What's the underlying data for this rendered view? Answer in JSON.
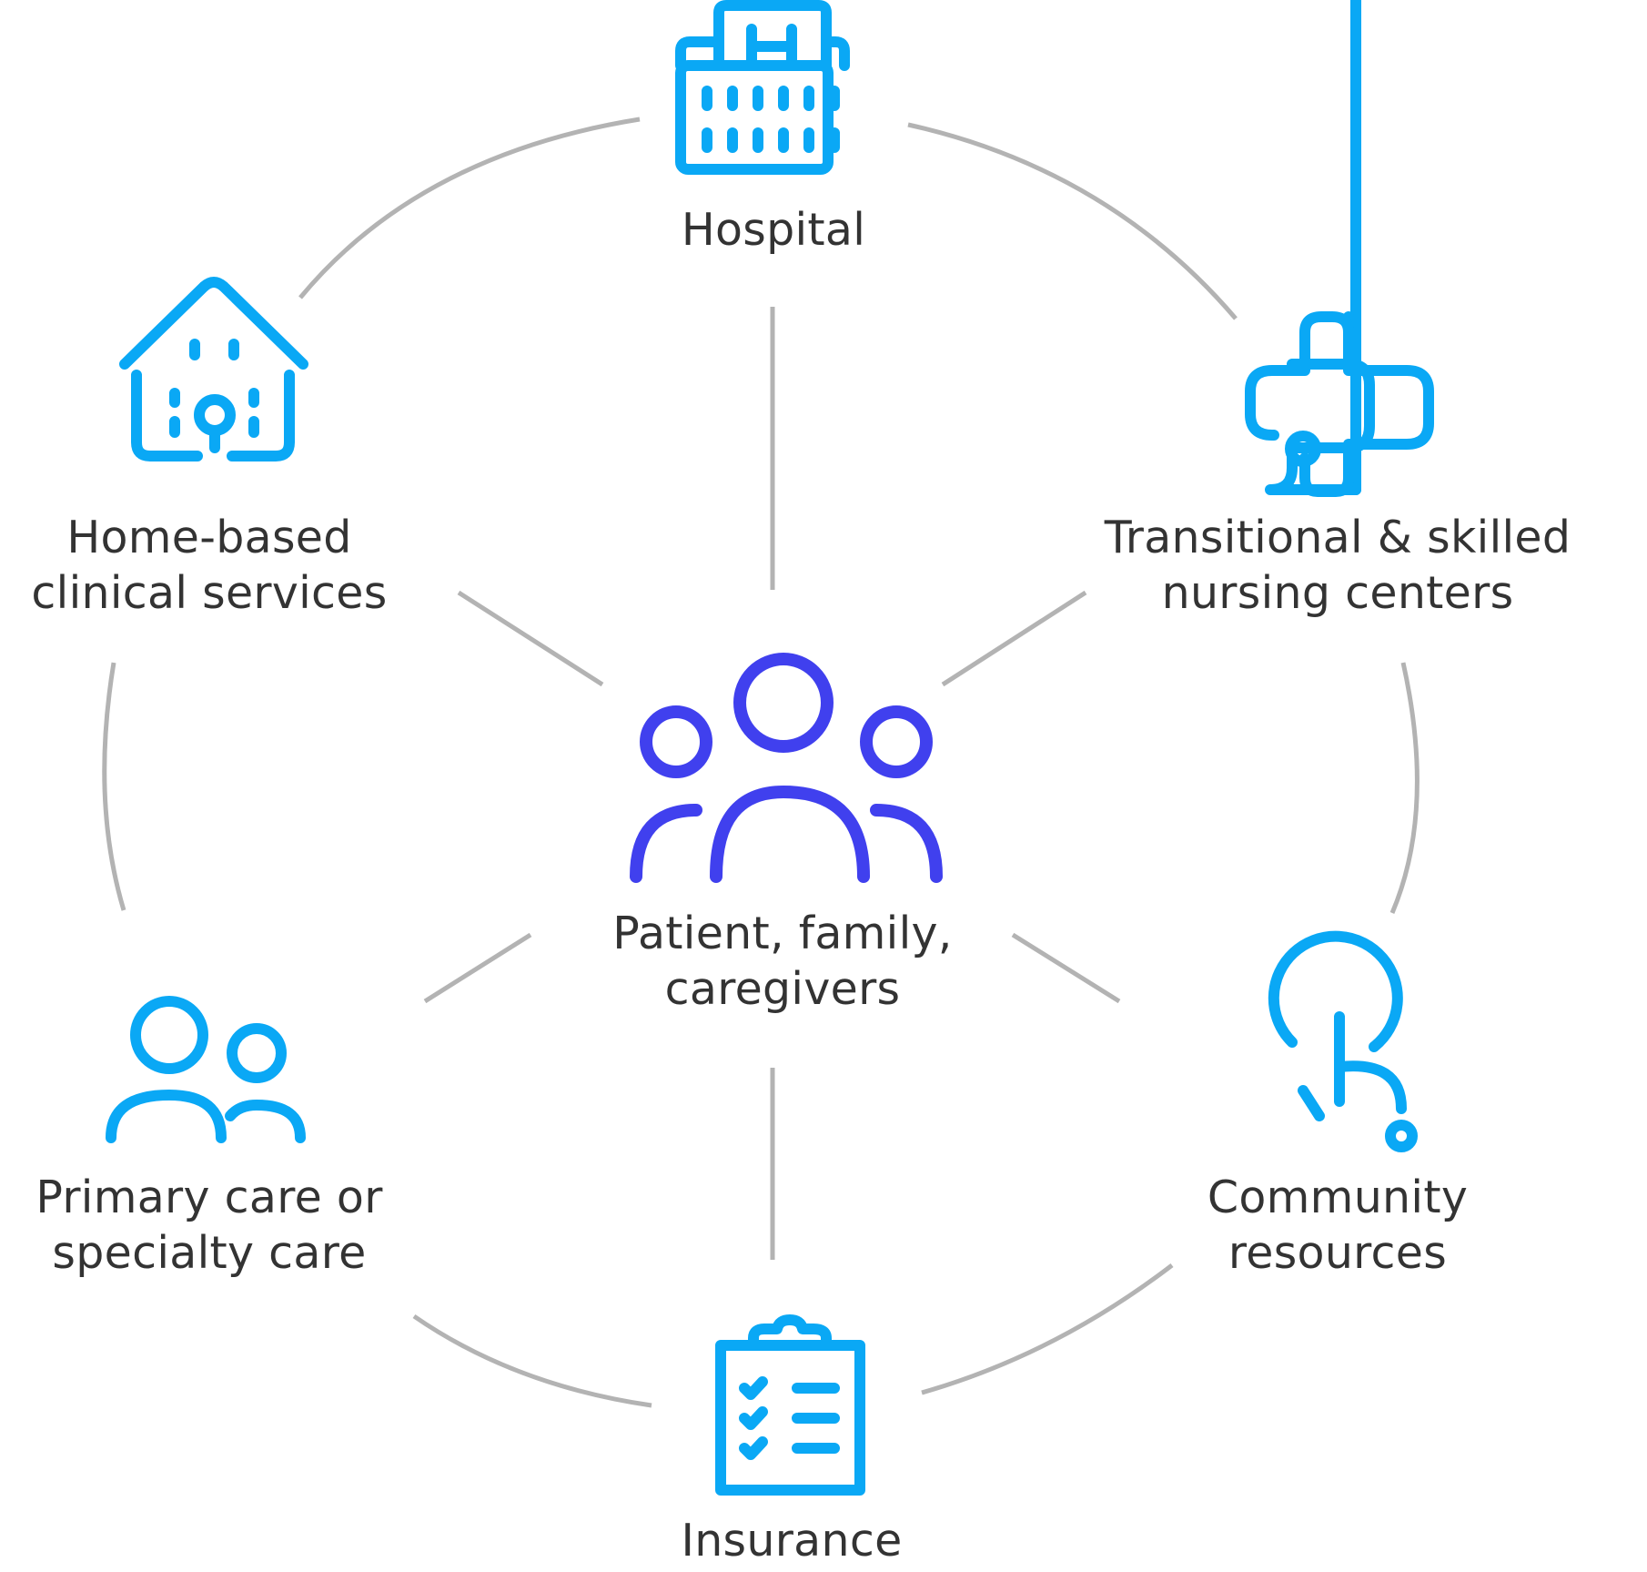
{
  "colors": {
    "icon": "#0aa8f5",
    "center_icon": "#4040ee",
    "connector": "#b3b3b3",
    "text": "#333333"
  },
  "center": {
    "icon": "people-group-icon",
    "label_lines": [
      "Patient, family,",
      "caregivers"
    ]
  },
  "nodes": {
    "hospital": {
      "icon": "hospital-icon",
      "label_lines": [
        "Hospital"
      ]
    },
    "transitional": {
      "icon": "medical-cross-icon",
      "label_lines": [
        "Transitional & skilled",
        "nursing centers"
      ]
    },
    "community": {
      "icon": "touch-pointer-icon",
      "label_lines": [
        "Community",
        "resources"
      ]
    },
    "insurance": {
      "icon": "clipboard-checklist-icon",
      "label_lines": [
        "Insurance"
      ]
    },
    "primary": {
      "icon": "two-people-icon",
      "label_lines": [
        "Primary care or",
        "specialty care"
      ]
    },
    "home": {
      "icon": "home-stethoscope-icon",
      "label_lines": [
        "Home-based",
        "clinical services"
      ]
    }
  }
}
